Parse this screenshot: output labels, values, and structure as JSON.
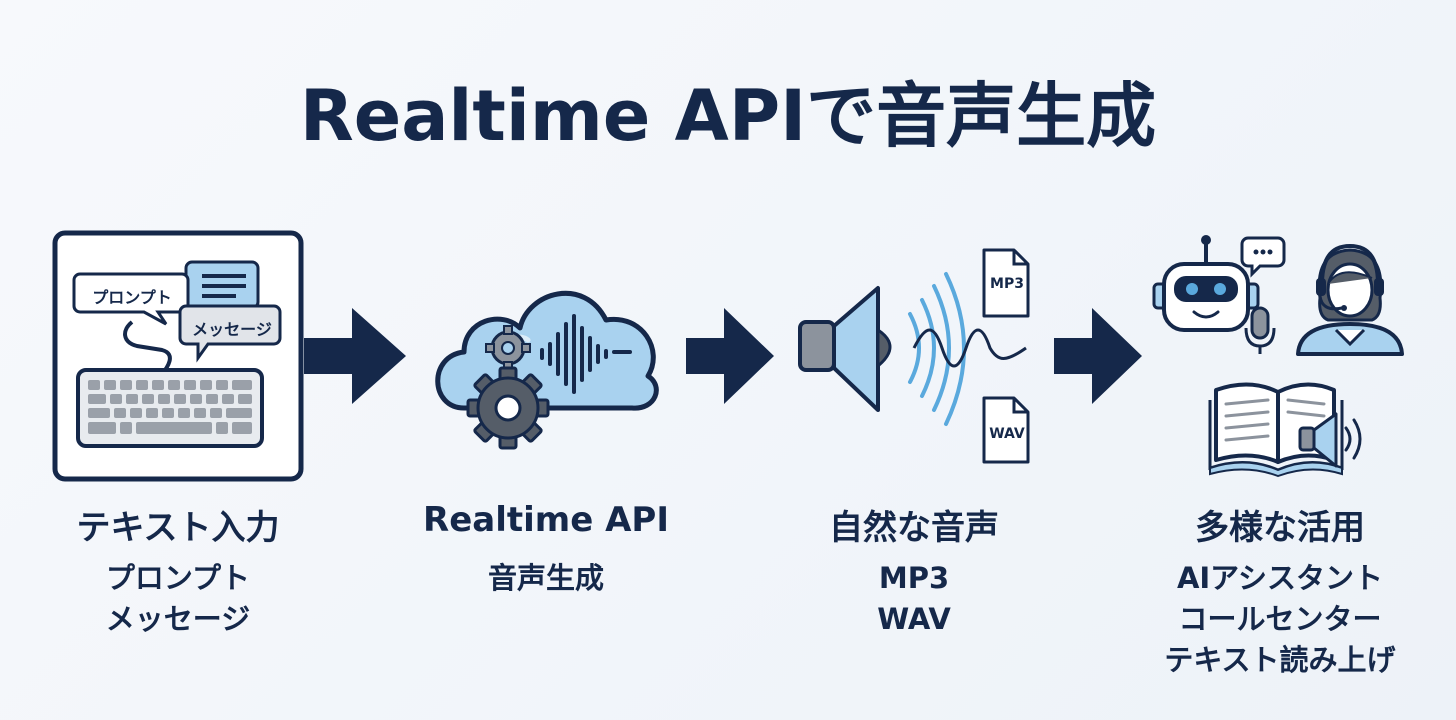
{
  "title": "Realtime APIで音声生成",
  "steps": [
    {
      "title": "テキスト入力",
      "lines": [
        "プロンプト",
        "メッセージ"
      ],
      "bubble_left": "プロンプト",
      "bubble_right": "メッセージ"
    },
    {
      "title": "Realtime API",
      "lines": [
        "音声生成"
      ]
    },
    {
      "title": "自然な音声",
      "lines": [
        "MP3",
        "WAV"
      ],
      "file_top": "MP3",
      "file_bottom": "WAV"
    },
    {
      "title": "多様な活用",
      "lines": [
        "AIアシスタント",
        "コールセンター",
        "テキスト読み上げ"
      ]
    }
  ],
  "colors": {
    "navy": "#15284a",
    "light_blue": "#a9d2ef",
    "mid_blue": "#5aa9dd",
    "gray": "#555d68",
    "light_gray": "#b8bcc4"
  },
  "icons": [
    "keyboard-icon",
    "chat-bubble-icon",
    "cloud-icon",
    "gear-icon",
    "waveform-icon",
    "speaker-icon",
    "file-icon",
    "robot-icon",
    "microphone-icon",
    "headset-operator-icon",
    "open-book-icon"
  ]
}
